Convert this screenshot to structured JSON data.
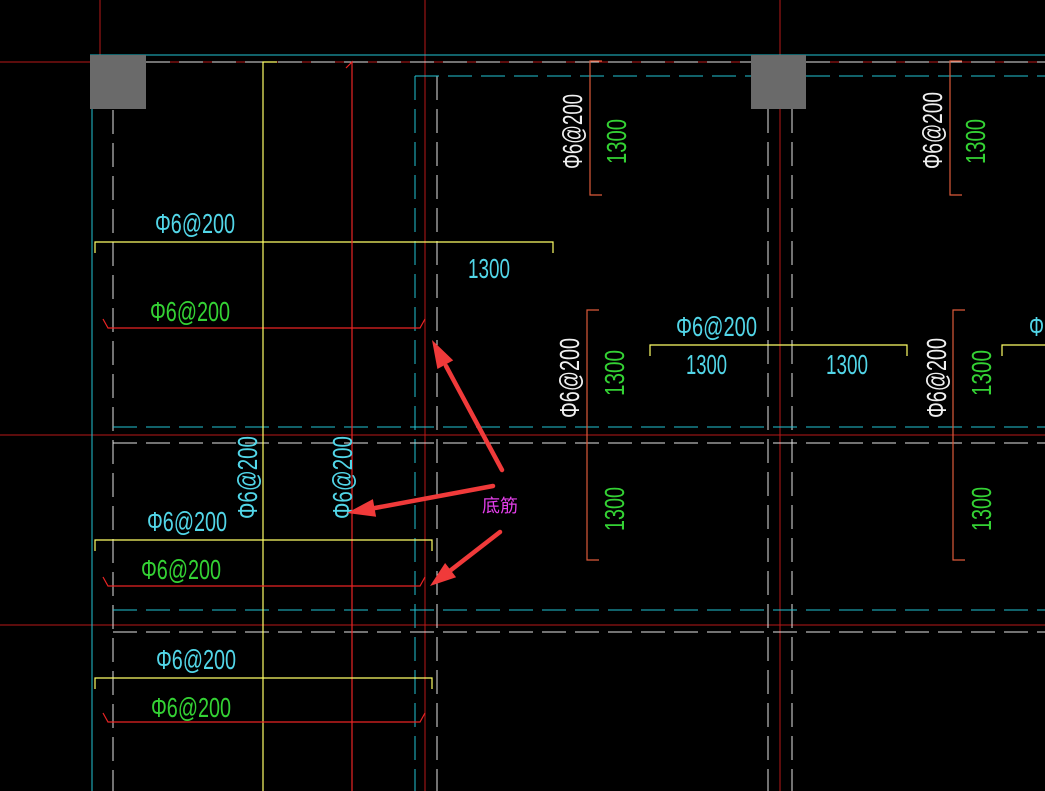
{
  "colors": {
    "background": "#000000",
    "axis_line": "#b81818",
    "beam_edge_cyan": "#22c4d4",
    "dashed_white": "#e4e4e4",
    "top_bar_yellow": "#ffff66",
    "bottom_bar_red": "#ea2424",
    "support_bar_orange": "#dc5a3a",
    "label_cyan": "#52d6e8",
    "label_green": "#34d234",
    "label_white": "#f0f0f0",
    "column_fill": "#6a6a6a",
    "annotation_magenta": "#e23ee8",
    "arrow_red": "#f03a3a"
  },
  "annotation": {
    "label": "底筋"
  },
  "left_bay": {
    "top_bar_1": {
      "spec": "Φ6@200",
      "length": "1300"
    },
    "bottom_bar_1": {
      "spec": "Φ6@200"
    },
    "vertical_bar_1": {
      "spec": "Φ6@200"
    },
    "vertical_bar_2": {
      "spec": "Φ6@200"
    },
    "top_bar_2": {
      "spec": "Φ6@200"
    },
    "bottom_bar_2": {
      "spec": "Φ6@200"
    },
    "top_bar_3": {
      "spec": "Φ6@200"
    },
    "bottom_bar_3": {
      "spec": "Φ6@200"
    }
  },
  "support_bars": {
    "upper_mid": {
      "spec": "Φ6@200",
      "length": "1300"
    },
    "upper_right": {
      "spec": "Φ6@200",
      "length": "1300"
    },
    "lower_mid": {
      "spec": "Φ6@200",
      "length_top": "1300",
      "length_bottom": "1300"
    },
    "lower_right": {
      "spec": "Φ6@200",
      "length_top": "1300",
      "length_bottom": "1300"
    },
    "horizontal_mid": {
      "spec": "Φ6@200",
      "length_left": "1300",
      "length_right": "1300"
    },
    "horizontal_edge": {
      "spec": "Φ"
    }
  }
}
